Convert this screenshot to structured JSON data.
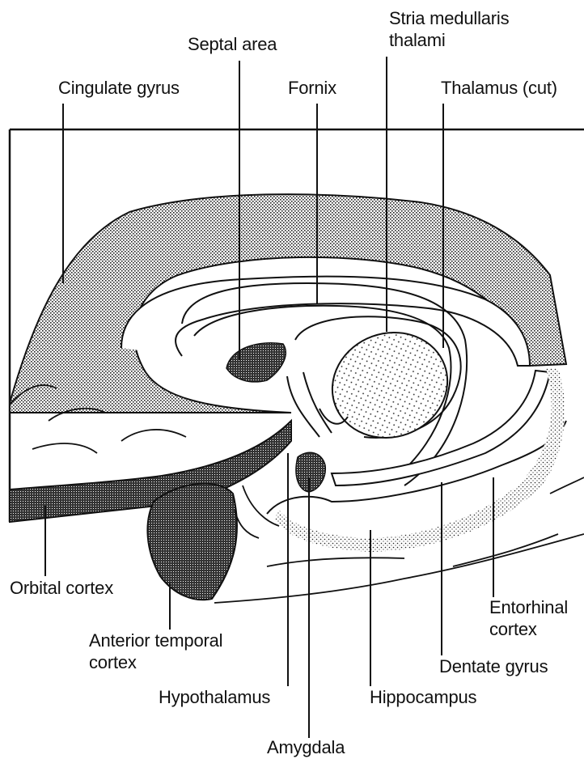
{
  "labels": {
    "septal_area": "Septal area",
    "stria_medullaris_line1": "Stria medullaris",
    "stria_medullaris_line2": "thalami",
    "cingulate_gyrus": "Cingulate gyrus",
    "fornix": "Fornix",
    "thalamus_cut": "Thalamus (cut)",
    "orbital_cortex": "Orbital cortex",
    "anterior_temporal_line1": "Anterior temporal",
    "anterior_temporal_line2": "cortex",
    "entorhinal_line1": "Entorhinal",
    "entorhinal_line2": "cortex",
    "dentate_gyrus": "Dentate gyrus",
    "hypothalamus": "Hypothalamus",
    "hippocampus": "Hippocampus",
    "amygdala": "Amygdala"
  },
  "colors": {
    "ink": "#111111",
    "background": "#ffffff"
  }
}
